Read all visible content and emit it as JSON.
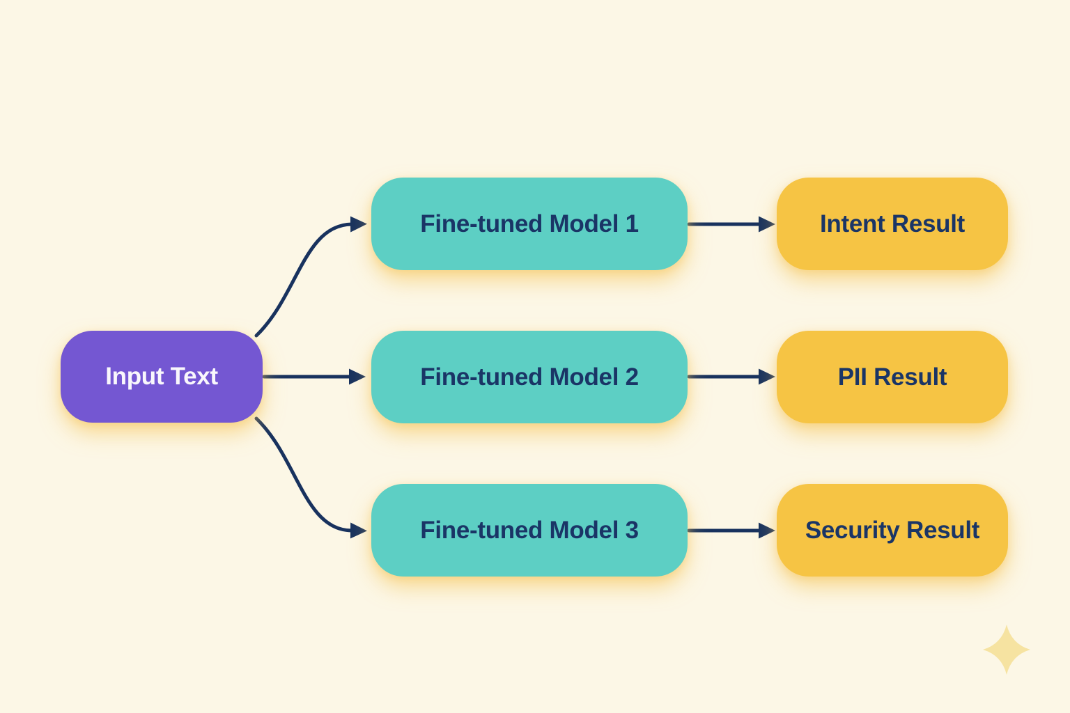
{
  "diagram": {
    "input_node": {
      "label": "Input Text"
    },
    "model_nodes": [
      {
        "label": "Fine-tuned Model 1"
      },
      {
        "label": "Fine-tuned Model 2"
      },
      {
        "label": "Fine-tuned Model 3"
      }
    ],
    "result_nodes": [
      {
        "label": "Intent Result"
      },
      {
        "label": "PII Result"
      },
      {
        "label": "Security Result"
      }
    ],
    "colors": {
      "background": "#FCF7E6",
      "input_node_fill": "#7457D2",
      "input_node_text": "#F9F7FC",
      "model_node_fill": "#5DCFC4",
      "result_node_fill": "#F6C444",
      "node_text": "#1A3566",
      "arrow": "#18325E",
      "glow_shadow": "#F5C458",
      "sparkle": "#F6E3A1"
    }
  }
}
